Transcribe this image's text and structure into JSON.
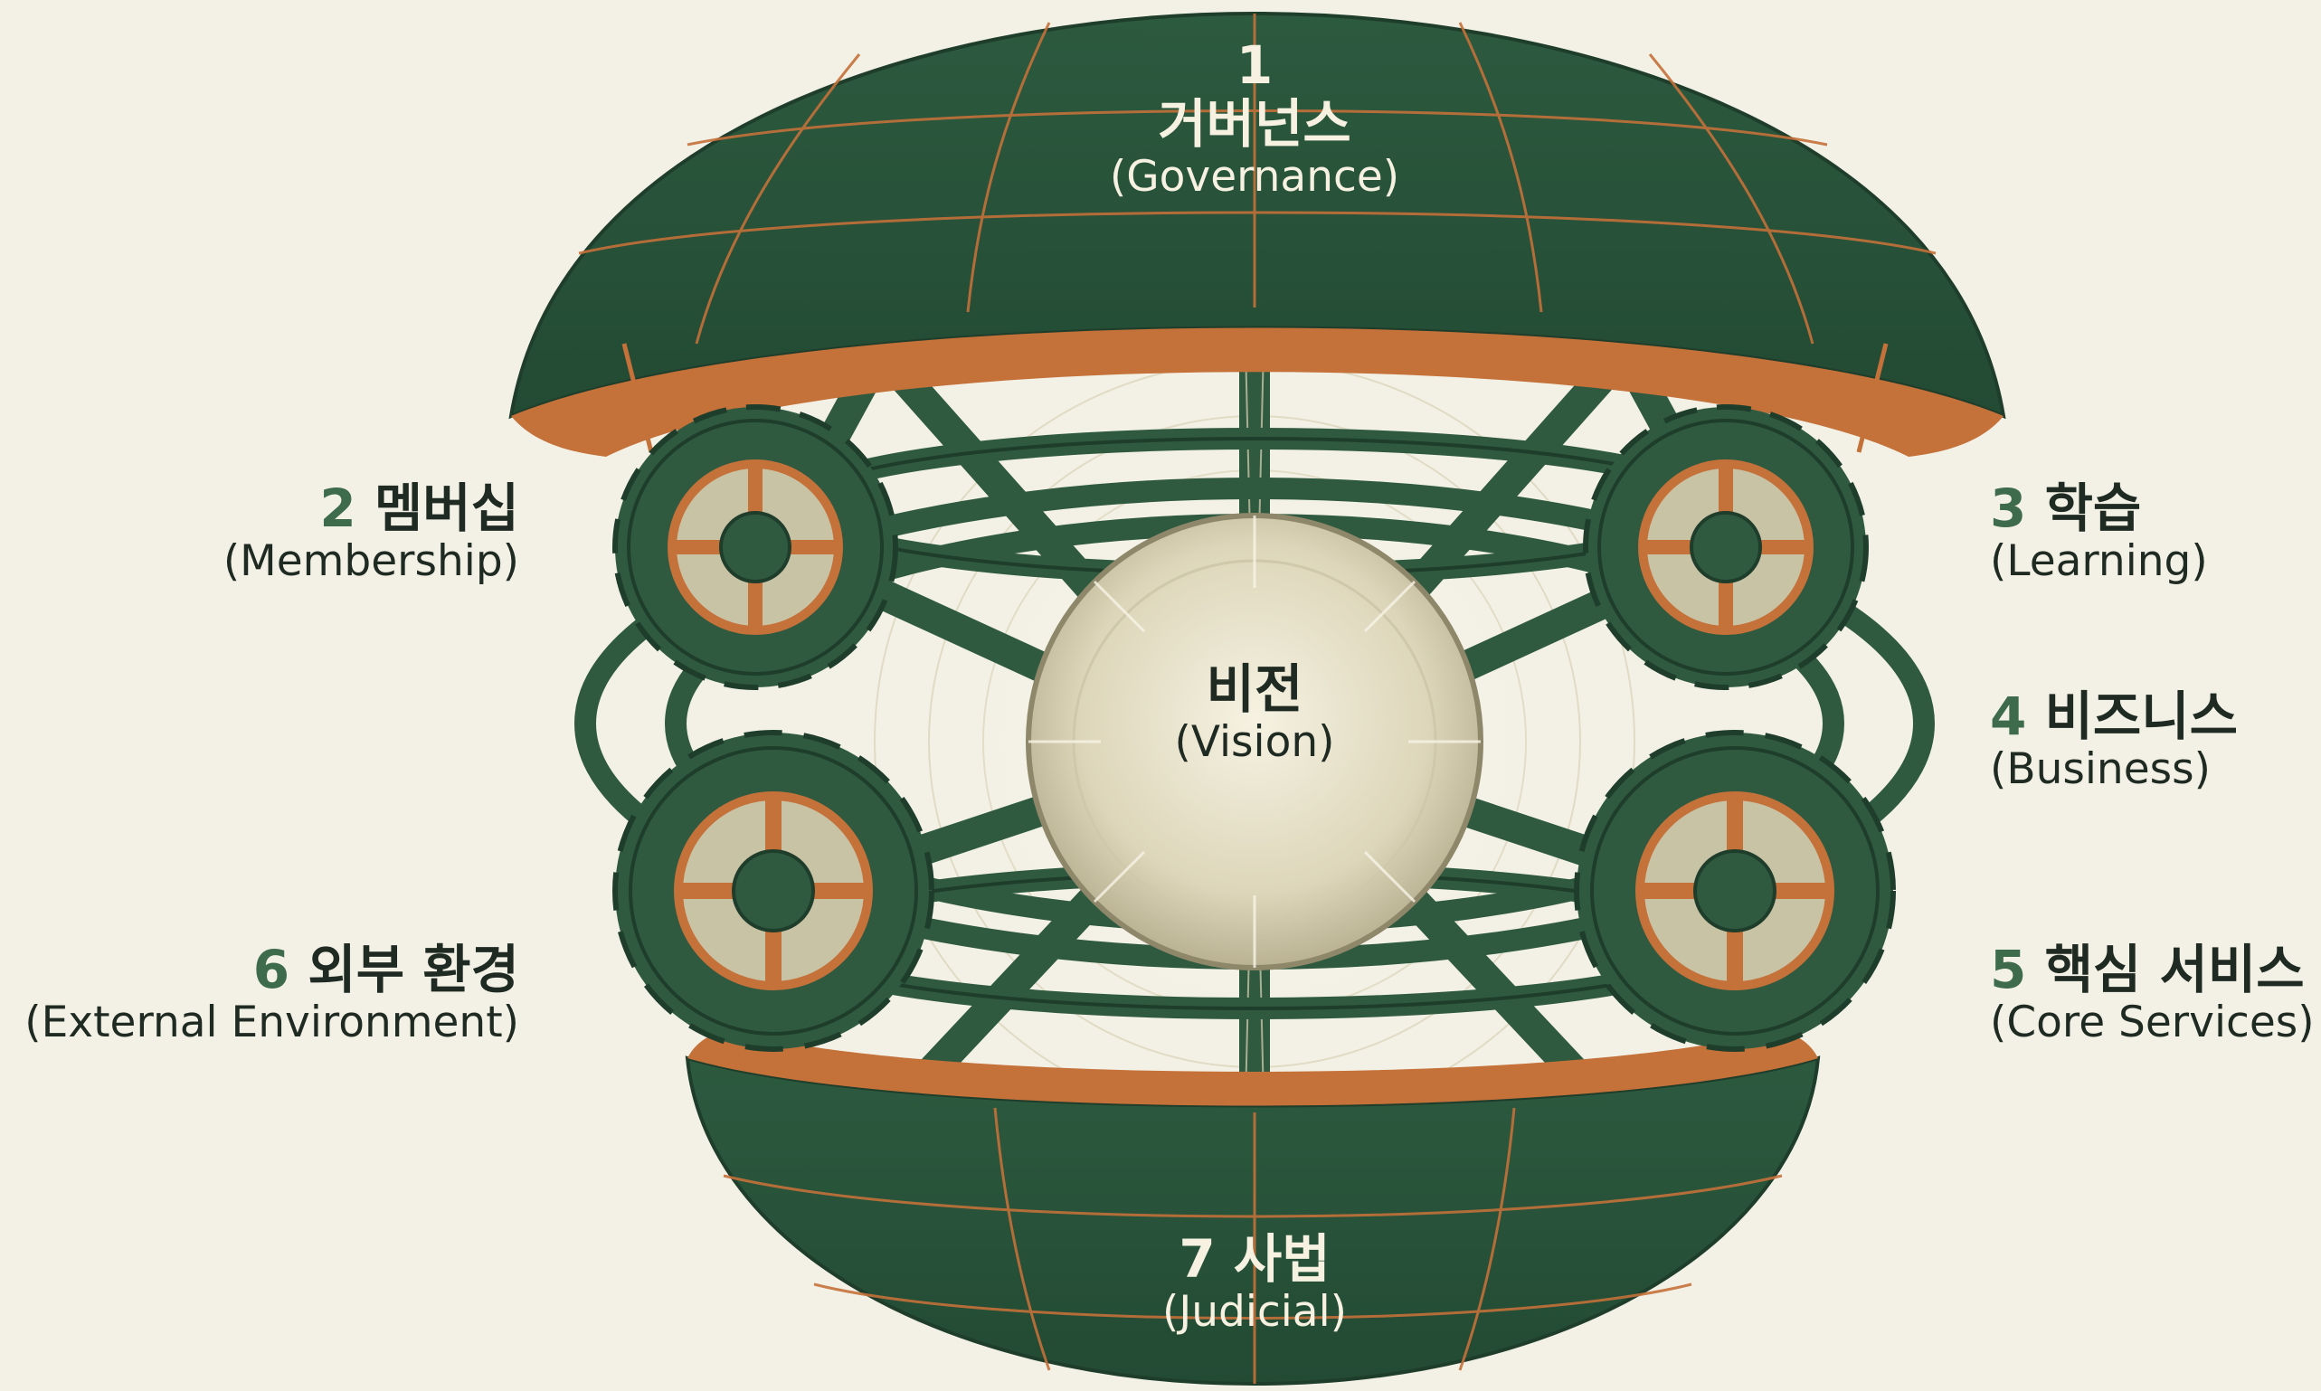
{
  "center": {
    "title": "비전",
    "subtitle": "(Vision)"
  },
  "items": [
    {
      "number": "1",
      "title": "거버넌스",
      "subtitle": "(Governance)"
    },
    {
      "number": "2",
      "title": "멤버십",
      "subtitle": "(Membership)"
    },
    {
      "number": "3",
      "title": "학습",
      "subtitle": "(Learning)"
    },
    {
      "number": "4",
      "title": "비즈니스",
      "subtitle": "(Business)"
    },
    {
      "number": "5",
      "title": "핵심 서비스",
      "subtitle": "(Core Services)"
    },
    {
      "number": "6",
      "title": "외부 환경",
      "subtitle": "(External Environment)"
    },
    {
      "number": "7",
      "title": "사법",
      "subtitle": "(Judicial)"
    }
  ],
  "colors": {
    "background": "#f3f1e6",
    "forest_green": "#2f5a40",
    "dark_green": "#1f3d2b",
    "copper": "#c4713a",
    "number_green": "#3d6b4b",
    "text": "#1e2a22",
    "vision_core": "#e2dcc2"
  }
}
